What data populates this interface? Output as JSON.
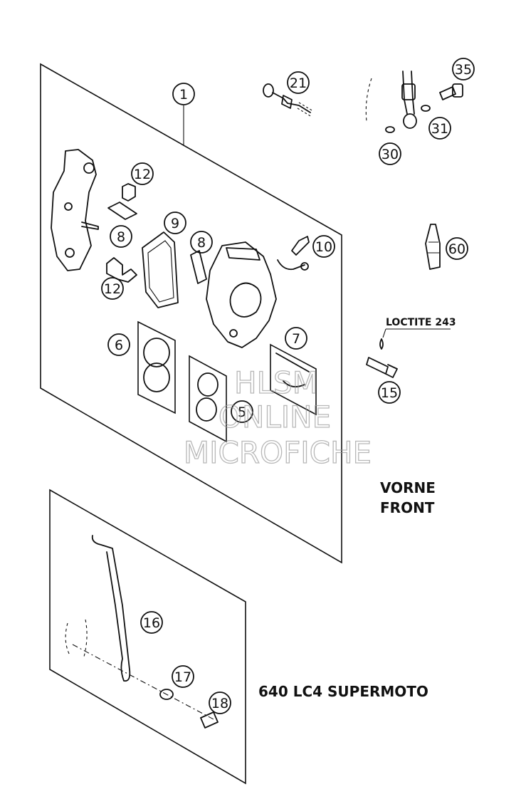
{
  "callouts": [
    {
      "id": "c1",
      "text": "1"
    },
    {
      "id": "c21",
      "text": "21"
    },
    {
      "id": "c35",
      "text": "35"
    },
    {
      "id": "c31",
      "text": "31"
    },
    {
      "id": "c30",
      "text": "30"
    },
    {
      "id": "c12a",
      "text": "12"
    },
    {
      "id": "c8a",
      "text": "8"
    },
    {
      "id": "c9",
      "text": "9"
    },
    {
      "id": "c8b",
      "text": "8"
    },
    {
      "id": "c10",
      "text": "10"
    },
    {
      "id": "c12b",
      "text": "12"
    },
    {
      "id": "c60",
      "text": "60"
    },
    {
      "id": "c6",
      "text": "6"
    },
    {
      "id": "c7",
      "text": "7"
    },
    {
      "id": "c5",
      "text": "5"
    },
    {
      "id": "c15",
      "text": "15"
    },
    {
      "id": "c16",
      "text": "16"
    },
    {
      "id": "c17",
      "text": "17"
    },
    {
      "id": "c18",
      "text": "18"
    }
  ],
  "labels": {
    "loctite": "LOCTITE 243",
    "vorne": "VORNE",
    "front": "FRONT",
    "model": "640 LC4 SUPERMOTO"
  },
  "watermark": {
    "line1": "HLSM",
    "line2": "ONLINE",
    "line3": "MICROFICHE"
  }
}
